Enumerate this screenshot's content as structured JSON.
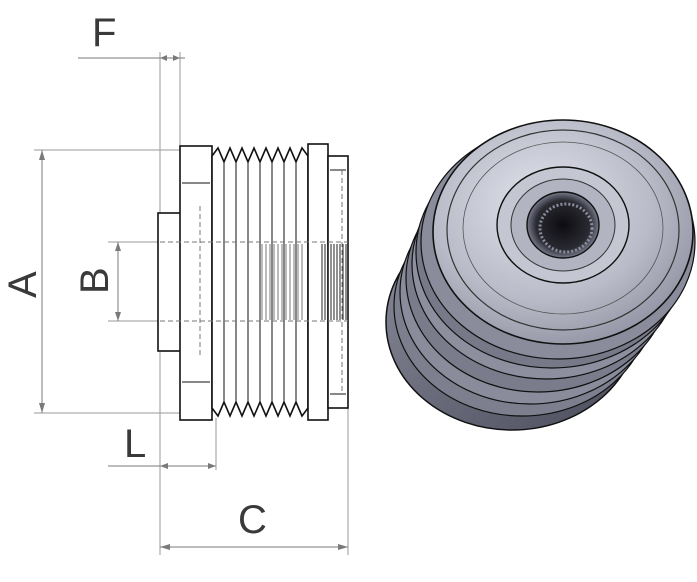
{
  "dimensions": {
    "A": "A",
    "B": "B",
    "C": "C",
    "F": "F",
    "L": "L"
  },
  "colors": {
    "line": "#111111",
    "dimension": "#7a7a7a",
    "metal_light": "#c9cbd6",
    "metal_mid": "#9a9cac",
    "metal_dark": "#4a4c5a"
  }
}
